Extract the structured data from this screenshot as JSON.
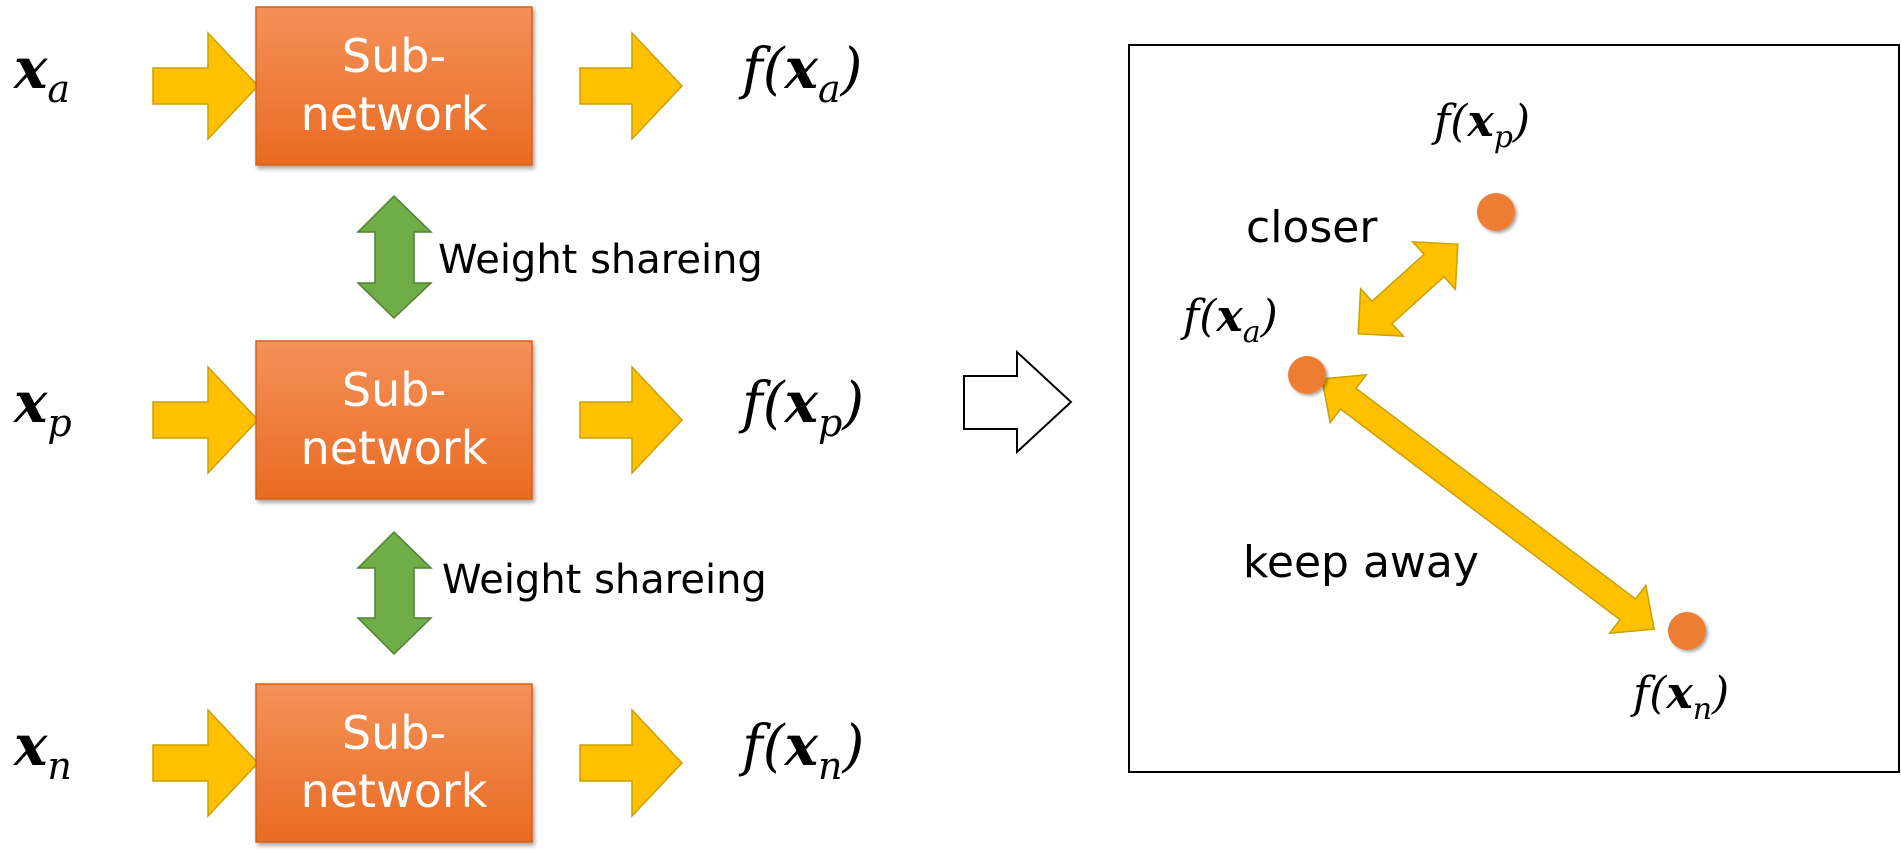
{
  "rows": [
    {
      "input": {
        "base": "x",
        "sub": "a"
      },
      "block_line1": "Sub-",
      "block_line2": "network",
      "output": {
        "fn": "f(",
        "base": "x",
        "sub": "a",
        "close": ")"
      }
    },
    {
      "input": {
        "base": "x",
        "sub": "p"
      },
      "block_line1": "Sub-",
      "block_line2": "network",
      "output": {
        "fn": "f(",
        "base": "x",
        "sub": "p",
        "close": ")"
      }
    },
    {
      "input": {
        "base": "x",
        "sub": "n"
      },
      "block_line1": "Sub-",
      "block_line2": "network",
      "output": {
        "fn": "f(",
        "base": "x",
        "sub": "n",
        "close": ")"
      }
    }
  ],
  "weight_sharing": [
    "Weight shareing",
    "Weight shareing"
  ],
  "embedding_space": {
    "points": {
      "p": {
        "fn": "f(",
        "base": "x",
        "sub": "p",
        "close": ")"
      },
      "a": {
        "fn": "f(",
        "base": "x",
        "sub": "a",
        "close": ")"
      },
      "n": {
        "fn": "f(",
        "base": "x",
        "sub": "n",
        "close": ")"
      }
    },
    "closer_label": "closer",
    "keep_away_label": "keep away"
  },
  "colors": {
    "subnetwork_top": "#F4915A",
    "subnetwork_bottom": "#E96B22",
    "subnetwork_border": "#D66019",
    "flow_arrow": "#FFC000",
    "flow_arrow_border": "#C9A100",
    "share_arrow": "#70AD47",
    "share_arrow_border": "#507E32",
    "point": "#ED7D31",
    "frame": "#000000"
  }
}
